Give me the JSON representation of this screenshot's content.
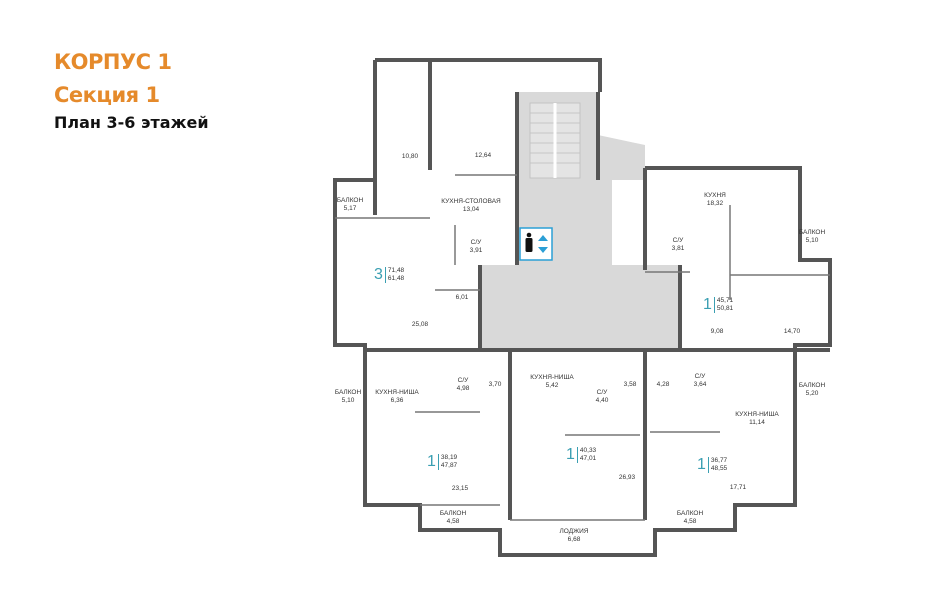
{
  "header": {
    "building": "КОРПУС 1",
    "section": "Секция 1",
    "plan": "План 3-6 этажей"
  },
  "colors": {
    "accent": "#e58a2b",
    "walls": "#555555",
    "core": "#d9d9d9",
    "lift": "#2b9fd6",
    "rooms_digit": "#3a9fb2"
  },
  "icons": {
    "lift": "elevator-person-icon"
  },
  "rooms": [
    {
      "name": "",
      "area": "10,80"
    },
    {
      "name": "",
      "area": "12,64"
    },
    {
      "name": "БАЛКОН",
      "area": "5,17"
    },
    {
      "name": "КУХНЯ-СТОЛОВАЯ",
      "area": "13,04"
    },
    {
      "name": "С/У",
      "area": "3,91"
    },
    {
      "name": "",
      "area": "6,01"
    },
    {
      "name": "",
      "area": "25,08"
    },
    {
      "name": "КУХНЯ",
      "area": "18,32"
    },
    {
      "name": "БАЛКОН",
      "area": "5,10"
    },
    {
      "name": "С/У",
      "area": "3,81"
    },
    {
      "name": "",
      "area": "9,08"
    },
    {
      "name": "",
      "area": "14,70"
    },
    {
      "name": "БАЛКОН",
      "area": "5,10"
    },
    {
      "name": "КУХНЯ-НИША",
      "area": "6,36"
    },
    {
      "name": "С/У",
      "area": "4,98"
    },
    {
      "name": "",
      "area": "3,70"
    },
    {
      "name": "",
      "area": "23,15"
    },
    {
      "name": "БАЛКОН",
      "area": "4,58"
    },
    {
      "name": "КУХНЯ-НИША",
      "area": "5,42"
    },
    {
      "name": "С/У",
      "area": "4,40"
    },
    {
      "name": "",
      "area": "3,58"
    },
    {
      "name": "",
      "area": "26,93"
    },
    {
      "name": "ЛОДЖИЯ",
      "area": "6,68"
    },
    {
      "name": "",
      "area": "4,28"
    },
    {
      "name": "С/У",
      "area": "3,64"
    },
    {
      "name": "БАЛКОН",
      "area": "5,20"
    },
    {
      "name": "КУХНЯ-НИША",
      "area": "11,14"
    },
    {
      "name": "",
      "area": "17,71"
    },
    {
      "name": "БАЛКОН",
      "area": "4,58"
    }
  ],
  "apartments": [
    {
      "rooms": "3",
      "living": "71,48",
      "total": "61,48"
    },
    {
      "rooms": "1",
      "living": "45,71",
      "total": "50,81"
    },
    {
      "rooms": "1",
      "living": "38,19",
      "total": "47,87"
    },
    {
      "rooms": "1",
      "living": "40,33",
      "total": "47,01"
    },
    {
      "rooms": "1",
      "living": "36,77",
      "total": "48,55"
    }
  ]
}
